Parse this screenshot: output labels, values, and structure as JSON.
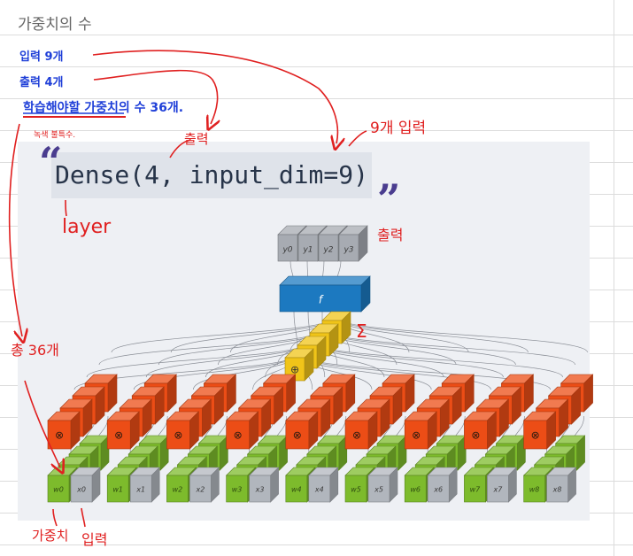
{
  "notes": {
    "title": "가중치의 수",
    "input_count": "입력 9개",
    "output_count": "출력 4개",
    "learnable": "학습해야할 가중치의 수 36개.",
    "small_note": "녹색 불특수.",
    "output_label_top": "출력",
    "nine_inputs": "9개 입력",
    "layer_label": "layer",
    "output_label_right": "출력",
    "sigma": "Σ",
    "total": "총 36개",
    "weight_label": "가중치",
    "input_label": "입력"
  },
  "code": {
    "text": "Dense(4, input_dim=9)",
    "open_quote": "“",
    "close_quote": "”"
  },
  "diagram": {
    "outputs": [
      "y0",
      "y1",
      "y2",
      "y3"
    ],
    "activation": "f",
    "sum_symbol": "⊕",
    "mult_symbol": "⊗",
    "weights": [
      "w0",
      "w1",
      "w2",
      "w3",
      "w4",
      "w5",
      "w6",
      "w7",
      "w8"
    ],
    "inputs": [
      "x0",
      "x1",
      "x2",
      "x3",
      "x4",
      "x5",
      "x6",
      "x7",
      "x8"
    ]
  },
  "colors": {
    "ink_red": "#e02020",
    "ink_blue": "#1f3fd8",
    "output_block": "#a7abb2",
    "activation_block": "#1c79c0",
    "sum_block": "#f0c419",
    "mult_block": "#ec4d16",
    "weight_block": "#7dbb2c",
    "input_block": "#b1b6bd"
  }
}
